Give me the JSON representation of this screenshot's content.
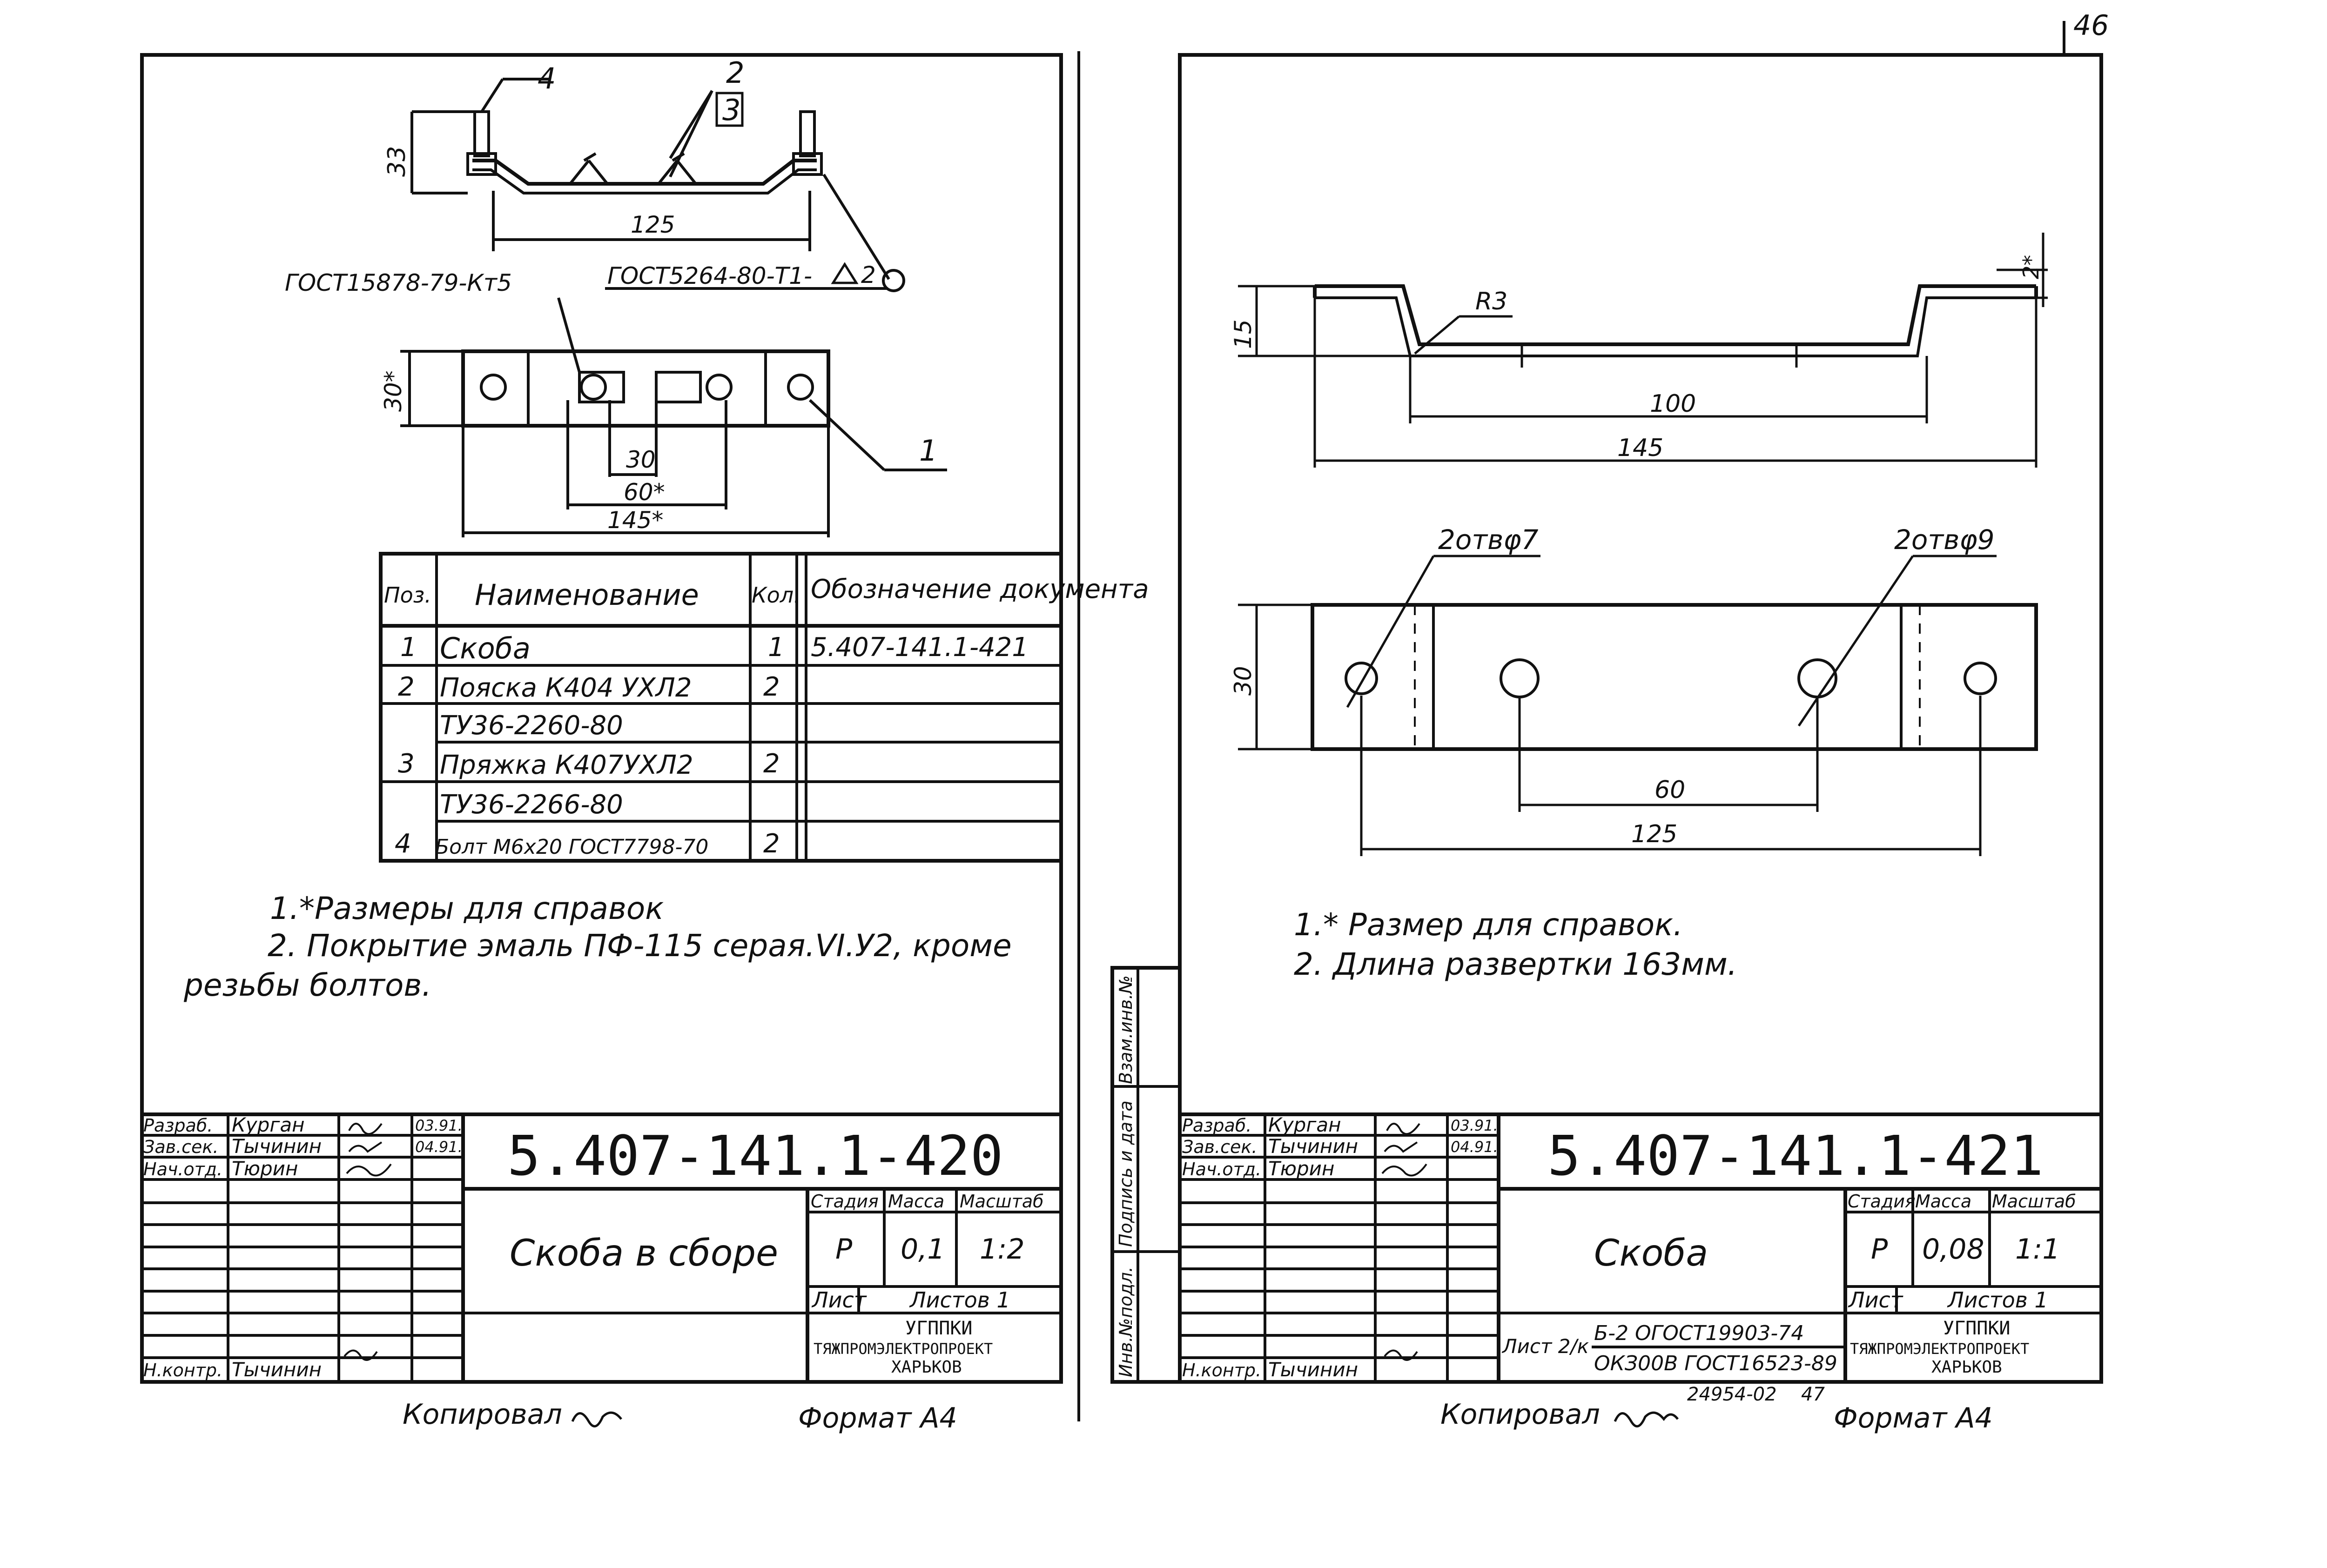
{
  "page_number": "46",
  "sheet_left": {
    "drawing": {
      "callouts": {
        "pos4": "4",
        "pos2": "2",
        "pos3": "3",
        "pos1": "1"
      },
      "dim_height": "33",
      "dim_length": "125",
      "weld_note": "ГОСТ5264-80-Т1-",
      "weld_size": "2",
      "strap_note": "ГОСТ15878-79-Кт5",
      "dim_width": "30*",
      "dim_30": "30",
      "dim_60": "60*",
      "dim_145": "145*"
    },
    "spec_table": {
      "headers": {
        "pos": "Поз.",
        "name": "Наименование",
        "qty": "Кол.",
        "doc": "Обозначение документа"
      },
      "rows": [
        {
          "pos": "1",
          "name": "Скоба",
          "qty": "1",
          "doc": "5.407-141.1-421"
        },
        {
          "pos": "2",
          "name": "Пояс­ка К404 УХЛ2",
          "qty": "2",
          "doc": ""
        },
        {
          "pos": "",
          "name": "ТУ36-2260-80",
          "qty": "",
          "doc": ""
        },
        {
          "pos": "3",
          "name": "Пряжка К407УХЛ2",
          "qty": "2",
          "doc": ""
        },
        {
          "pos": "",
          "name": "ТУ36-2266-80",
          "qty": "",
          "doc": ""
        },
        {
          "pos": "4",
          "name": "Болт М6х20 ГОСТ7798-70",
          "qty": "2",
          "doc": ""
        }
      ]
    },
    "notes": {
      "line1": "1.*Размеры для справок",
      "line2": "2. Покрытие эмаль ПФ-115 серая.VI.У2, кроме",
      "line3": "резьбы болтов."
    },
    "title_block": {
      "designation": "5.407-141.1-420",
      "title": "Скоба в сборе",
      "roles": [
        "Разраб.",
        "Зав.сек.",
        "Нач.отд."
      ],
      "names": [
        "Курган",
        "Тычинин",
        "Тюрин"
      ],
      "dates": [
        "03.91.",
        "04.91."
      ],
      "control_role": "Н.контр.",
      "control_name": "Тычинин",
      "stage_label": "Стадия",
      "mass_label": "Масса",
      "scale_label": "Масштаб",
      "stage": "Р",
      "mass": "0,1",
      "scale": "1:2",
      "sheet_label": "Лист",
      "sheets_label": "Листов 1",
      "org": [
        "УГППКИ",
        "ТЯЖПРОМЭЛЕКТРОПРОЕКТ",
        "ХАРЬКОВ"
      ]
    },
    "footer": {
      "copied": "Копировал",
      "format": "Формат А4"
    }
  },
  "sheet_right": {
    "drawing": {
      "dim_15": "15",
      "radius": "R3",
      "dim_2": "2*",
      "dim_100": "100",
      "dim_145": "145",
      "hole1": "2отвφ7",
      "hole2": "2отвφ9",
      "dim_30": "30",
      "dim_60": "60",
      "dim_125": "125"
    },
    "notes": {
      "line1": "1.* Размер для справок.",
      "line2": "2. Длина развертки 163мм."
    },
    "side_stamps": [
      "Взам.инв.№",
      "Подпись и дата",
      "Инв.№подл."
    ],
    "title_block": {
      "designation": "5.407-141.1-421",
      "title": "Скоба",
      "roles": [
        "Разраб.",
        "Зав.сек.",
        "Нач.отд."
      ],
      "names": [
        "Курган",
        "Тычинин",
        "Тюрин"
      ],
      "dates": [
        "03.91.",
        "04.91."
      ],
      "control_role": "Н.контр.",
      "control_name": "Тычинин",
      "stage_label": "Стадия",
      "mass_label": "Масса",
      "scale_label": "Масштаб",
      "stage": "Р",
      "mass": "0,08",
      "scale": "1:1",
      "sheet_label": "Лист",
      "sheets_label": "Листов 1",
      "material_prefix": "Лист 2/к",
      "material_1": "Б-2 ОГОСТ19903-74",
      "material_2": "ОКЗ00В ГОСТ16523-89",
      "org": [
        "УГППКИ",
        "ТЯЖПРОМЭЛЕКТРОПРОЕКТ",
        "ХАРЬКОВ"
      ]
    },
    "footer": {
      "copied": "Копировал",
      "order": "24954-02",
      "sheet_no": "47",
      "format": "Формат А4"
    }
  }
}
